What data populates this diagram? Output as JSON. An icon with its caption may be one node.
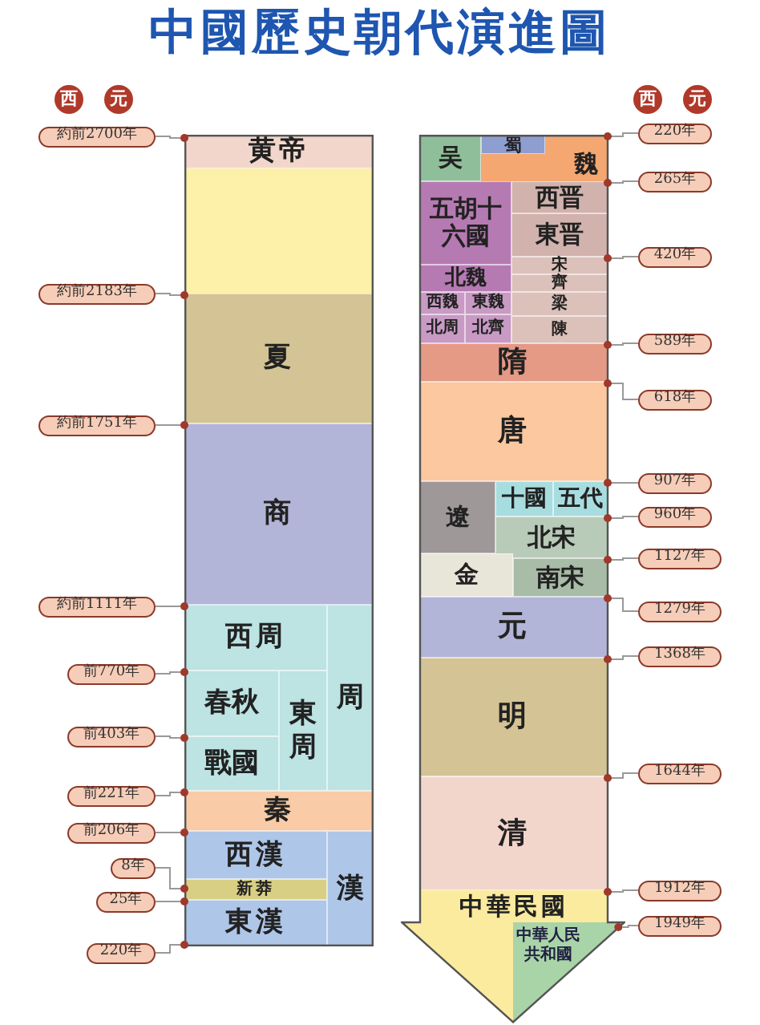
{
  "diagram": {
    "title": "中國歷史朝代演進圖",
    "nodes": [
      {
        "text": [],
        "shape": "box"
      },
      {
        "text": [
          "黄帝"
        ],
        "in": 0
      },
      {
        "text": [],
        "shape": "box",
        "in": 0
      },
      {
        "text": [
          "夏"
        ],
        "in": 0
      },
      {
        "text": [
          "商"
        ],
        "in": 0
      },
      {
        "text": [
          "西周"
        ],
        "in": 0
      },
      {
        "text": [
          "春秋"
        ],
        "in": 0
      },
      {
        "text": [
          "東周"
        ],
        "in": 0
      },
      {
        "text": [
          "周"
        ],
        "in": 0
      },
      {
        "text": [
          "戰國"
        ],
        "in": 0
      },
      {
        "text": [
          "秦"
        ],
        "in": 0
      },
      {
        "text": [
          "西漢"
        ],
        "in": 0
      },
      {
        "text": [
          "漢"
        ],
        "in": 0
      },
      {
        "text": [
          "新莽"
        ],
        "in": 0
      },
      {
        "text": [
          "東漢"
        ],
        "in": 0
      },
      {
        "text": [],
        "shape": "arrow"
      },
      {
        "text": [
          "魏"
        ],
        "in": 15
      },
      {
        "text": [
          "蜀"
        ],
        "in": 16
      },
      {
        "text": [
          "吴"
        ],
        "in": 15
      },
      {
        "text": [
          "西晋"
        ],
        "in": 15
      },
      {
        "text": [
          "五胡十六國"
        ],
        "in": 15
      },
      {
        "text": [
          "東晋"
        ],
        "in": 15
      },
      {
        "text": [
          "宋"
        ],
        "in": 15
      },
      {
        "text": [
          "齊"
        ],
        "in": 15
      },
      {
        "text": [
          "北魏"
        ],
        "in": 15
      },
      {
        "text": [
          "梁"
        ],
        "in": 15
      },
      {
        "text": [
          "西魏"
        ],
        "in": 15
      },
      {
        "text": [
          "東魏"
        ],
        "in": 15
      },
      {
        "text": [
          "北周"
        ],
        "in": 15
      },
      {
        "text": [
          "北齊"
        ],
        "in": 15
      },
      {
        "text": [
          "陳"
        ],
        "in": 15
      },
      {
        "text": [
          "隋"
        ],
        "in": 15
      },
      {
        "text": [
          "唐"
        ],
        "in": 15
      },
      {
        "text": [
          "十國"
        ],
        "in": 15
      },
      {
        "text": [
          "五代"
        ],
        "in": 15
      },
      {
        "text": [
          "遼"
        ],
        "in": 15
      },
      {
        "text": [
          "北宋"
        ],
        "in": 15
      },
      {
        "text": [
          "金"
        ],
        "in": 15
      },
      {
        "text": [
          "南宋"
        ],
        "in": 15
      },
      {
        "text": [
          "元"
        ],
        "in": 15
      },
      {
        "text": [
          "明"
        ],
        "in": 15
      },
      {
        "text": [
          "清"
        ],
        "in": 15
      },
      {
        "text": [
          "中華民國"
        ],
        "in": 15
      },
      {
        "text": [
          "中華人民共和國"
        ],
        "in": 15
      },
      {
        "text": [
          "約前2700年"
        ]
      },
      {
        "text": [
          "約前2183年"
        ]
      },
      {
        "text": [
          "約前1751年"
        ]
      },
      {
        "text": [
          "約前1111年"
        ]
      },
      {
        "text": [
          "前770年"
        ]
      },
      {
        "text": [
          "前403年"
        ]
      },
      {
        "text": [
          "前221年"
        ]
      },
      {
        "text": [
          "前206年"
        ]
      },
      {
        "text": [
          "8年"
        ]
      },
      {
        "text": [
          "25年"
        ]
      },
      {
        "text": [
          "220年"
        ]
      },
      {
        "text": [
          "220年"
        ]
      },
      {
        "text": [
          "265年"
        ]
      },
      {
        "text": [
          "420年"
        ]
      },
      {
        "text": [
          "589年"
        ]
      },
      {
        "text": [
          "618年"
        ]
      },
      {
        "text": [
          "907年"
        ]
      },
      {
        "text": [
          "960年"
        ]
      },
      {
        "text": [
          "1127年"
        ]
      },
      {
        "text": [
          "1279年"
        ]
      },
      {
        "text": [
          "1368年"
        ]
      },
      {
        "text": [
          "1644年"
        ]
      },
      {
        "text": [
          "1912年"
        ]
      },
      {
        "text": [
          "1949年"
        ]
      }
    ],
    "edges": [
      {
        "from": 44,
        "to": 1,
        "arrow": "other"
      },
      {
        "from": 45,
        "to": 3,
        "arrow": "other"
      },
      {
        "from": 46,
        "to": 4,
        "arrow": "other"
      },
      {
        "from": 47,
        "to": 5,
        "arrow": "other"
      },
      {
        "from": 48,
        "to": 6,
        "arrow": "other"
      },
      {
        "from": 49,
        "to": 9,
        "arrow": "other"
      },
      {
        "from": 50,
        "to": 10,
        "arrow": "other"
      },
      {
        "from": 51,
        "to": 11,
        "arrow": "other"
      },
      {
        "from": 52,
        "to": 13,
        "arrow": "other"
      },
      {
        "from": 53,
        "to": 14,
        "arrow": "other"
      },
      {
        "from": 54,
        "to": 14,
        "arrow": "other"
      },
      {
        "from": 55,
        "to": 16,
        "arrow": "other"
      },
      {
        "from": 56,
        "to": 19,
        "arrow": "other"
      },
      {
        "from": 57,
        "to": 22,
        "arrow": "other"
      },
      {
        "from": 58,
        "to": 31,
        "arrow": "other"
      },
      {
        "from": 59,
        "to": 32,
        "arrow": "other"
      },
      {
        "from": 60,
        "to": 34,
        "arrow": "other"
      },
      {
        "from": 61,
        "to": 36,
        "arrow": "other"
      },
      {
        "from": 62,
        "to": 38,
        "arrow": "other"
      },
      {
        "from": 63,
        "to": 39,
        "arrow": "other"
      },
      {
        "from": 64,
        "to": 40,
        "arrow": "other"
      },
      {
        "from": 65,
        "to": 41,
        "arrow": "other"
      },
      {
        "from": 66,
        "to": 42,
        "arrow": "other"
      },
      {
        "from": 67,
        "to": 43,
        "arrow": "other"
      }
    ],
    "labels": [
      "西",
      "元",
      "西",
      "元"
    ]
  }
}
